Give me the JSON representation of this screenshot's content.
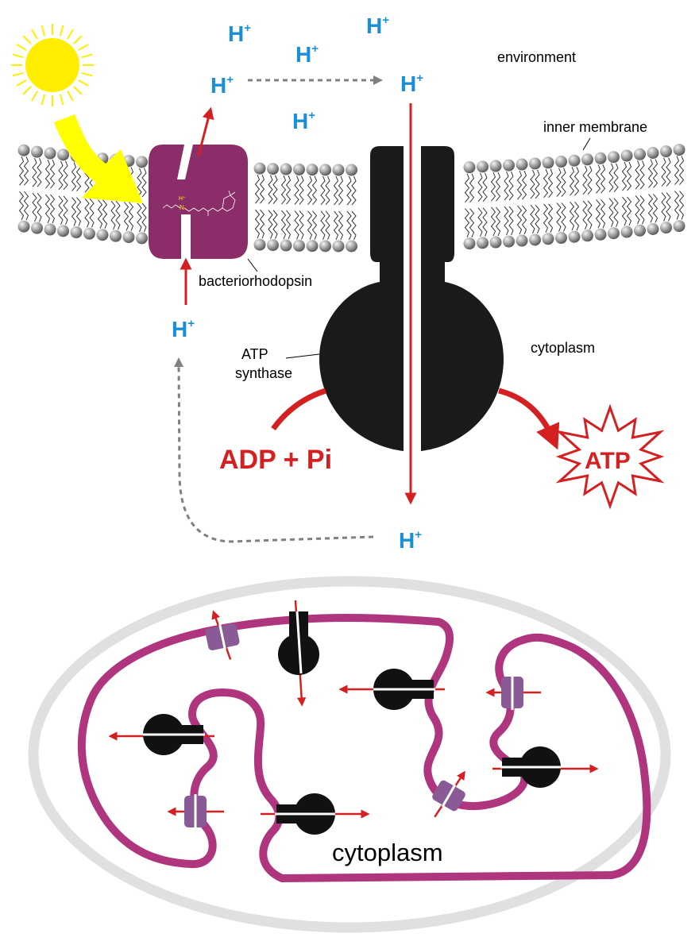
{
  "labels": {
    "environment": "environment",
    "inner_membrane": "inner membrane",
    "bacteriorhodopsin": "bacteriorhodopsin",
    "atp_synthase_line1": "ATP",
    "atp_synthase_line2": "synthase",
    "cytoplasm_top": "cytoplasm",
    "cytoplasm_bottom": "cytoplasm",
    "adp_pi": "ADP + Pi",
    "atp": "ATP",
    "proton": "H",
    "proton_charge": "+",
    "retinal_h": "H⁺",
    "retinal_n": "N"
  },
  "colors": {
    "proton_blue": "#1b8fd6",
    "arrow_red": "#d42020",
    "sun_yellow": "#ffee00",
    "light_arrow_yellow": "#ffff00",
    "bacteriorhodopsin_purple": "#8b2d68",
    "atp_synthase_black": "#1a1a1a",
    "membrane_magenta": "#b0357f",
    "cell_wall_gray": "#e0e0e2",
    "small_protein_purple": "#8a5a97",
    "dashed_gray": "#808080"
  }
}
